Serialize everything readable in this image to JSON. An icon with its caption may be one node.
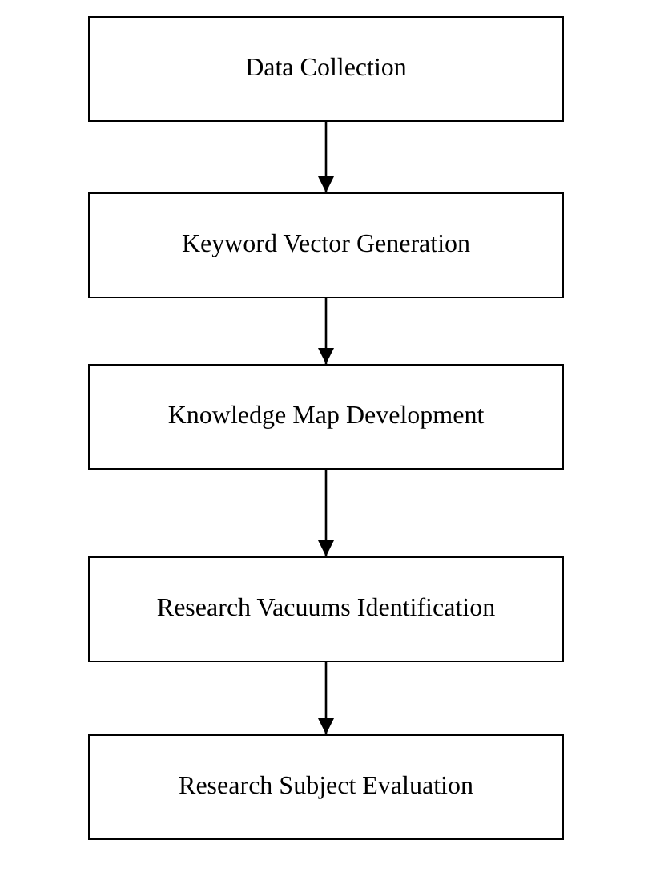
{
  "diagram": {
    "nodes": [
      {
        "text": [
          "Data Collection"
        ]
      },
      {
        "text": [
          "Keyword Vector Generation"
        ]
      },
      {
        "text": [
          "Knowledge Map Development"
        ]
      },
      {
        "text": [
          "Research Vacuums Identification"
        ]
      },
      {
        "text": [
          "Research Subject Evaluation"
        ]
      }
    ],
    "edges": [
      {
        "from": 0,
        "to": 1,
        "arrow": "to"
      },
      {
        "from": 1,
        "to": 2,
        "arrow": "to"
      },
      {
        "from": 2,
        "to": 3,
        "arrow": "to"
      },
      {
        "from": 3,
        "to": 4,
        "arrow": "to"
      }
    ]
  }
}
